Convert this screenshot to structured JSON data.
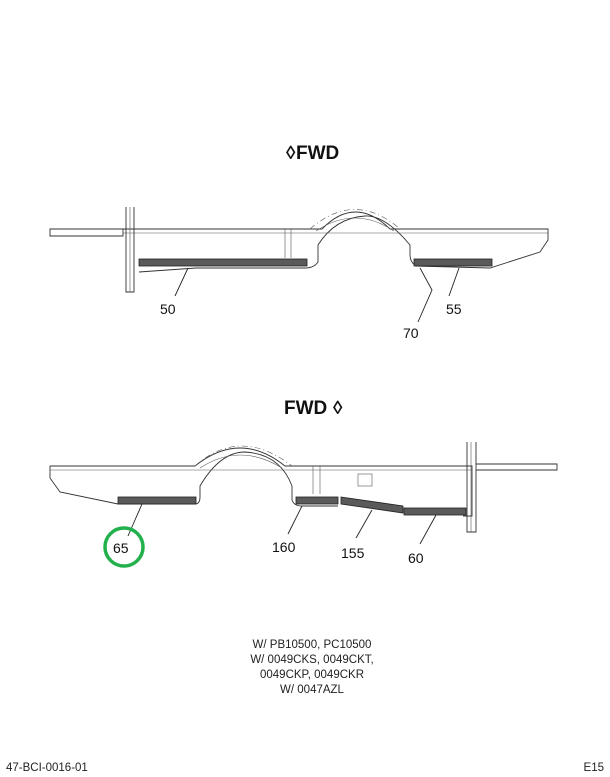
{
  "diagram": {
    "top_view": {
      "direction_label": "FWD",
      "direction_arrow": "◊",
      "callouts": [
        "50",
        "70",
        "55"
      ]
    },
    "bottom_view": {
      "direction_label": "FWD",
      "direction_arrow": "◊",
      "callouts": [
        "65",
        "160",
        "155",
        "60"
      ],
      "highlighted_callout": "65",
      "highlight_color": "#22b14c"
    },
    "notes": [
      "W/ PB10500, PC10500",
      "W/ 0049CKS, 0049CKT,",
      "0049CKP, 0049CKR",
      "W/ 0047AZL"
    ],
    "footer": {
      "drawing_number": "47-BCI-0016-01",
      "page_code": "E15"
    }
  }
}
